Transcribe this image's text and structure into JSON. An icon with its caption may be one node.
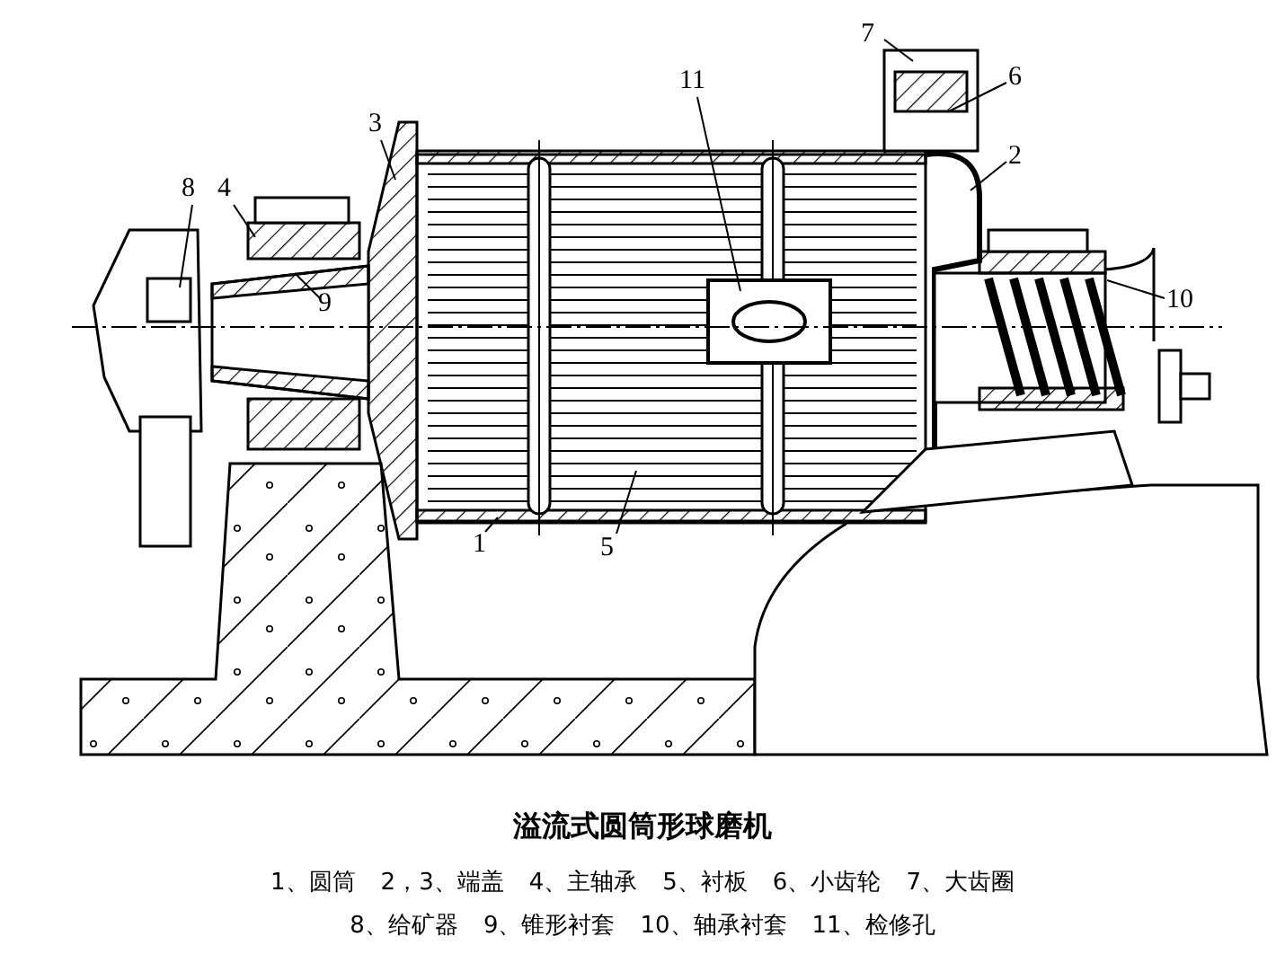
{
  "diagram": {
    "title": "溢流式圆筒形球磨机",
    "nodes": [
      {
        "text": [
          "7"
        ]
      },
      {
        "text": [
          "11"
        ]
      },
      {
        "text": [
          "6"
        ]
      },
      {
        "text": [
          "3"
        ]
      },
      {
        "text": [
          "2"
        ]
      },
      {
        "text": [
          "8"
        ]
      },
      {
        "text": [
          "4"
        ]
      },
      {
        "text": [
          "9"
        ]
      },
      {
        "text": [
          "10"
        ]
      },
      {
        "text": [
          "1"
        ]
      },
      {
        "text": [
          "5"
        ]
      }
    ],
    "edges": [
      {
        "from": 0,
        "to": null,
        "arrow": "none"
      },
      {
        "from": 1,
        "to": null,
        "arrow": "none"
      },
      {
        "from": 2,
        "to": null,
        "arrow": "none"
      },
      {
        "from": 3,
        "to": null,
        "arrow": "none"
      },
      {
        "from": 4,
        "to": null,
        "arrow": "none"
      },
      {
        "from": 5,
        "to": null,
        "arrow": "none"
      },
      {
        "from": 6,
        "to": null,
        "arrow": "none"
      },
      {
        "from": 7,
        "to": null,
        "arrow": "none"
      },
      {
        "from": 8,
        "to": null,
        "arrow": "none"
      },
      {
        "from": 9,
        "to": null,
        "arrow": "none"
      },
      {
        "from": 10,
        "to": null,
        "arrow": "none"
      }
    ],
    "labels": [
      "1、圆筒",
      "2，3、端盖",
      "4、主轴承",
      "5、衬板",
      "6、小齿轮",
      "7、大齿圈",
      "8、给矿器",
      "9、锥形衬套",
      "10、轴承衬套",
      "11、检修孔"
    ]
  }
}
